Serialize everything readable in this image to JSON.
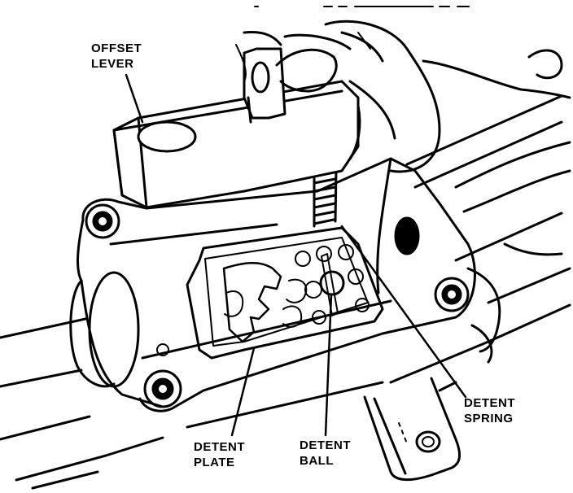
{
  "labels": {
    "offset_lever": [
      "OFFSET",
      "LEVER"
    ],
    "detent_plate": [
      "DETENT",
      "PLATE"
    ],
    "detent_ball": [
      "DETENT",
      "BALL"
    ],
    "detent_spring": [
      "DETENT",
      "SPRING"
    ]
  },
  "colors": {
    "ink": "#000000",
    "paper": "#ffffff"
  }
}
